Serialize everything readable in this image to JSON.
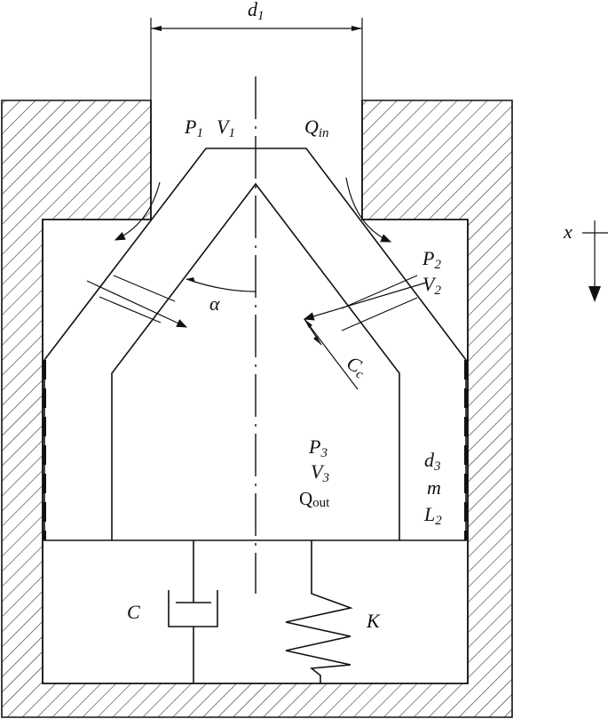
{
  "labels": {
    "d1": {
      "main": "d",
      "sub": "1"
    },
    "p1": {
      "main": "P",
      "sub": "1"
    },
    "v1": {
      "main": "V",
      "sub": "1"
    },
    "qin": {
      "main": "Q",
      "sub": "in"
    },
    "p2": {
      "main": "P",
      "sub": "2"
    },
    "v2": {
      "main": "V",
      "sub": "2"
    },
    "alpha": "α",
    "cc": {
      "main": "C",
      "sub": "c"
    },
    "p3": {
      "main": "P",
      "sub": "3"
    },
    "v3": {
      "main": "V",
      "sub": "3"
    },
    "qout": {
      "main": "Q",
      "sub": "out"
    },
    "d3": {
      "main": "d",
      "sub": "3"
    },
    "m": "m",
    "l2": {
      "main": "L",
      "sub": "2"
    },
    "c": "C",
    "k": "K",
    "x": "x"
  }
}
